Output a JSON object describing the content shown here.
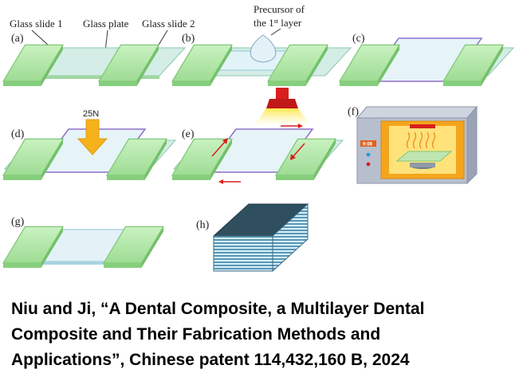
{
  "labels": {
    "glass_slide_1": "Glass slide 1",
    "glass_plate": "Glass plate",
    "glass_slide_2": "Glass slide 2",
    "precursor_line1": "Precursor of",
    "precursor_line2_prefix": "the 1",
    "precursor_sup": "st",
    "precursor_line2_suffix": " layer",
    "force": "25N",
    "oven_display": "9:08"
  },
  "panels": [
    "(a)",
    "(b)",
    "(c)",
    "(d)",
    "(e)",
    "(f)",
    "(g)",
    "(h)"
  ],
  "citation": {
    "line1": "Niu and Ji, “A Dental Composite, a Multilayer Dental",
    "line2": "Composite and Their Fabrication Methods and",
    "line3": "Applications”, Chinese patent 114,432,160 B, 2024"
  },
  "colors": {
    "slide": "#b8ecb0",
    "plate": "#d8f0ee",
    "frame": "#8e6fc8",
    "arrow": "#f5b21a",
    "laser": "#d81e1e",
    "oven": "#b7bfcf"
  }
}
